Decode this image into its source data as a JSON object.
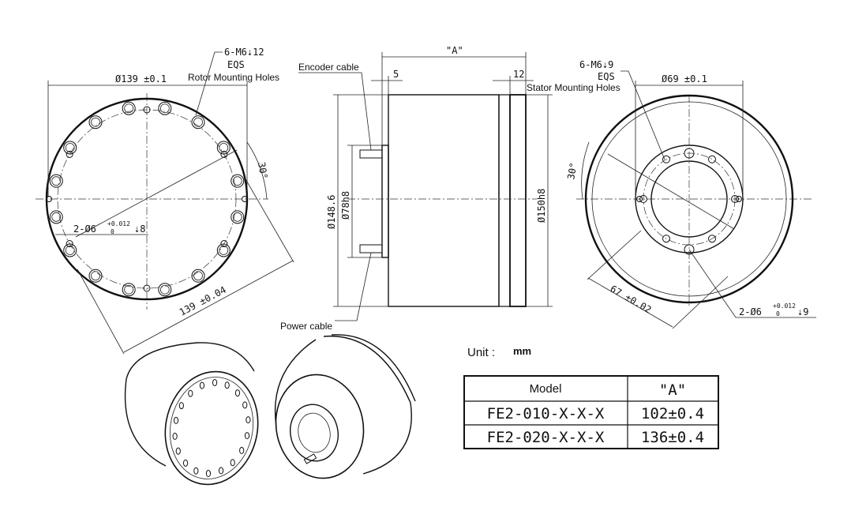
{
  "left_view": {
    "outer_diameter": "Ø139 ±0.1",
    "holes_spec": "6-M6⇣12",
    "holes_eqs": "EQS",
    "holes_label": "Rotor Mounting Holes",
    "angle": "30°",
    "pin_holes": "2-Ø6",
    "pin_tol_upper": "+0.012",
    "pin_tol_lower": "0",
    "pin_depth": "⇣8",
    "pitch_diameter": "139 ±0.04"
  },
  "side_view": {
    "encoder_label": "Encoder cable",
    "power_label": "Power cable",
    "length_label": "\"A\"",
    "dim_5": "5",
    "dim_12": "12",
    "dia_148": "Ø148.6",
    "dia_78": "Ø78h8",
    "dia_150": "Ø150h8"
  },
  "right_view": {
    "holes_spec": "6-M6⇣9",
    "holes_eqs": "EQS",
    "holes_label": "Stator Mounting Holes",
    "inner_diameter": "Ø69 ±0.1",
    "angle": "30°",
    "pitch_diameter": "67 ±0.02",
    "pin_holes": "2-Ø6",
    "pin_tol_upper": "+0.012",
    "pin_tol_lower": "0",
    "pin_depth": "⇣9"
  },
  "unit": {
    "label": "Unit :",
    "value": "mm"
  },
  "spec_table": {
    "headers": [
      "Model",
      "\"A\""
    ],
    "rows": [
      [
        "FE2-010-X-X-X",
        "102±0.4"
      ],
      [
        "FE2-020-X-X-X",
        "136±0.4"
      ]
    ]
  }
}
